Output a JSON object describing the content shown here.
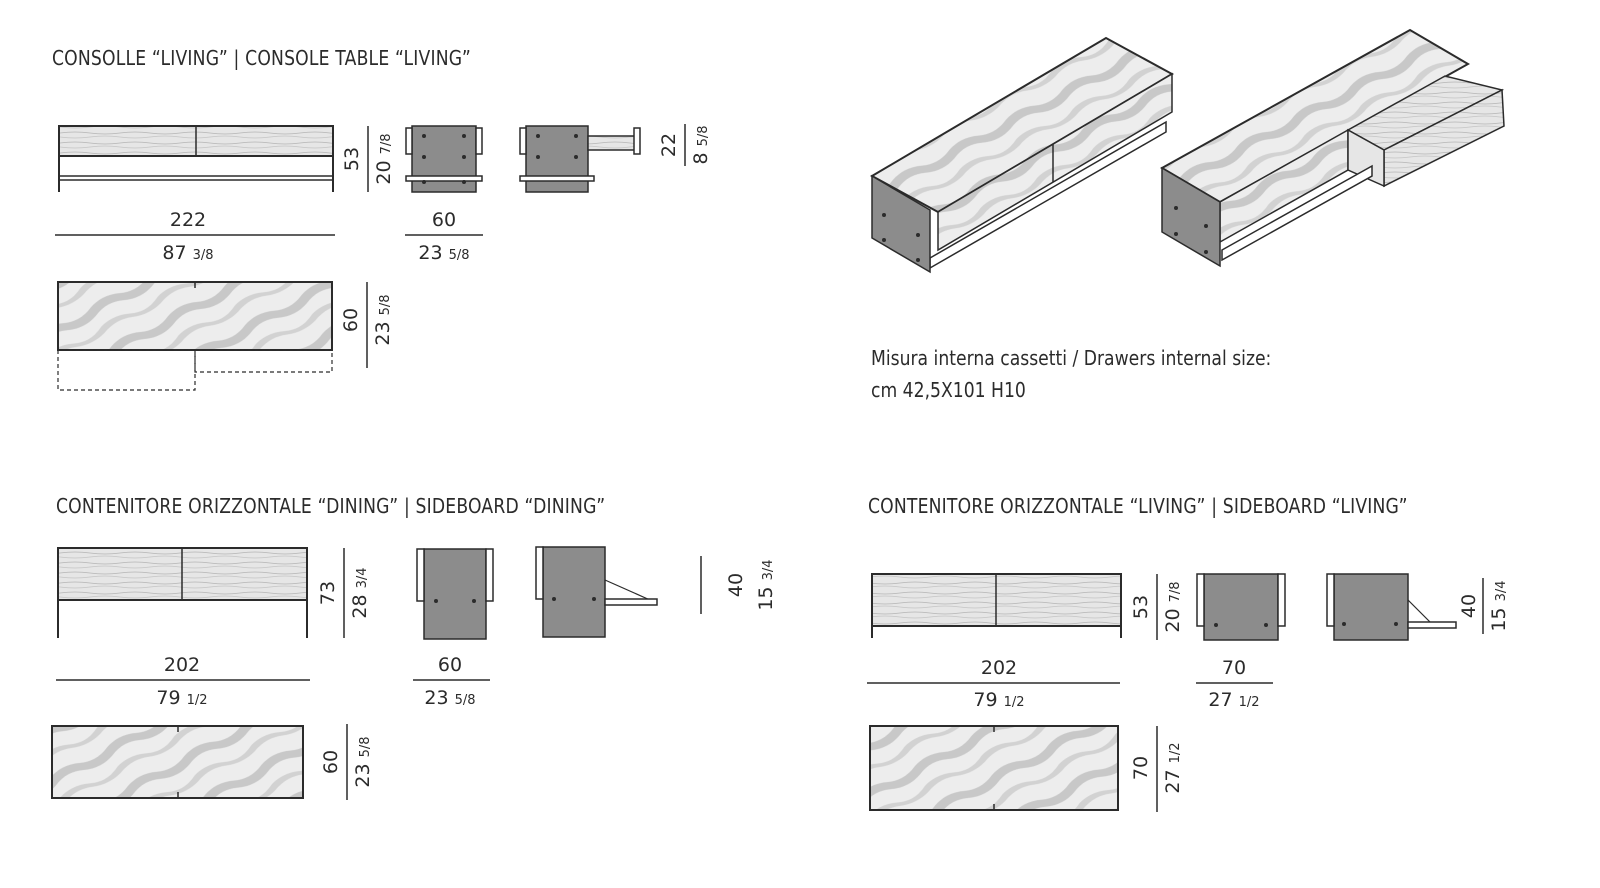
{
  "sections": {
    "console_living": {
      "title": "CONSOLLE “LIVING” |  CONSOLE TABLE “LIVING”",
      "front_width": {
        "cm": "222",
        "in": "87",
        "in_frac": "3/8"
      },
      "height": {
        "cm": "53",
        "in": "20",
        "in_frac": "7/8"
      },
      "side_depth": {
        "cm": "60",
        "in": "23",
        "in_frac": "5/8"
      },
      "drawer_travel": {
        "cm": "22",
        "in": "8",
        "in_frac": "5/8"
      },
      "top_depth": {
        "cm": "60",
        "in": "23",
        "in_frac": "5/8"
      }
    },
    "drawers_note": {
      "line1": "Misura interna cassetti / Drawers internal size:",
      "line2": "cm 42,5X101 H10"
    },
    "sideboard_dining": {
      "title": "CONTENITORE ORIZZONTALE “DINING” | SIDEBOARD “DINING”",
      "front_width": {
        "cm": "202",
        "in": "79",
        "in_frac": "1/2"
      },
      "height": {
        "cm": "73",
        "in": "28",
        "in_frac": "3/4"
      },
      "side_depth": {
        "cm": "60",
        "in": "23",
        "in_frac": "5/8"
      },
      "door_open": {
        "cm": "40",
        "in": "15",
        "in_frac": "3/4"
      },
      "top_depth": {
        "cm": "60",
        "in": "23",
        "in_frac": "5/8"
      }
    },
    "sideboard_living": {
      "title": "CONTENITORE ORIZZONTALE “LIVING” | SIDEBOARD “LIVING”",
      "front_width": {
        "cm": "202",
        "in": "79",
        "in_frac": "1/2"
      },
      "height": {
        "cm": "53",
        "in": "20",
        "in_frac": "7/8"
      },
      "side_depth": {
        "cm": "70",
        "in": "27",
        "in_frac": "1/2"
      },
      "door_open": {
        "cm": "40",
        "in": "15",
        "in_frac": "3/4"
      },
      "top_depth": {
        "cm": "70",
        "in": "27",
        "in_frac": "1/2"
      }
    }
  },
  "colors": {
    "line": "#2b2b2b",
    "panel_gray": "#8c8c8c",
    "wood_light": "#e6e6e6",
    "zebra_dark": "#c8c8c8",
    "zebra_light": "#ededed"
  }
}
